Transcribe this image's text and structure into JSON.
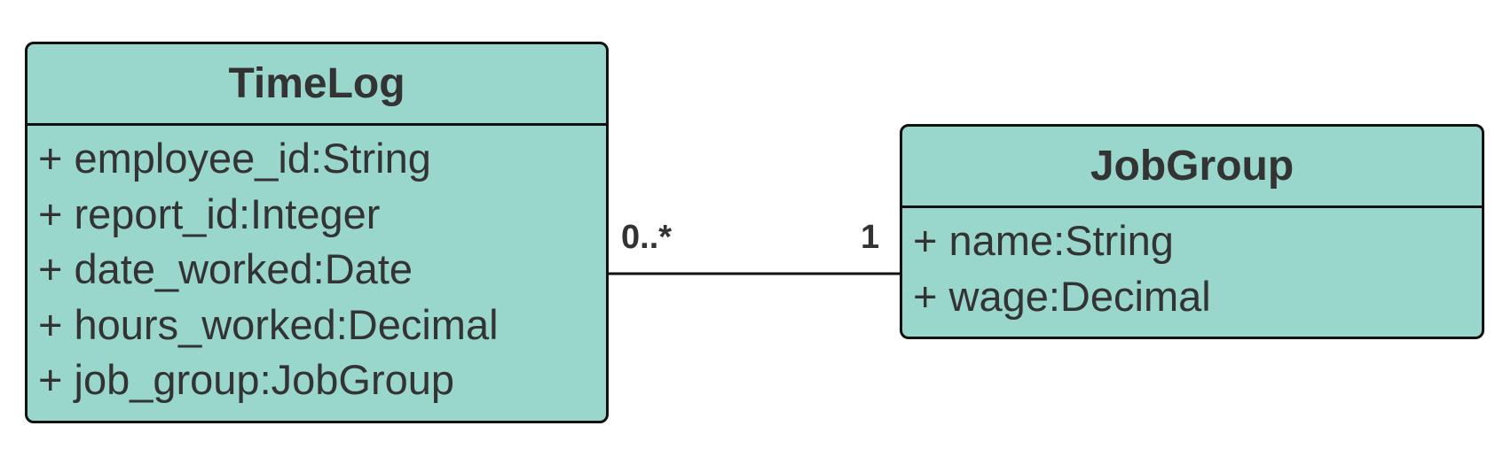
{
  "classes": {
    "timelog": {
      "name": "TimeLog",
      "attributes": [
        "+ employee_id:String",
        "+ report_id:Integer",
        "+ date_worked:Date",
        "+ hours_worked:Decimal",
        "+ job_group:JobGroup"
      ]
    },
    "jobgroup": {
      "name": "JobGroup",
      "attributes": [
        "+ name:String",
        "+ wage:Decimal"
      ]
    }
  },
  "association": {
    "from": "TimeLog",
    "to": "JobGroup",
    "from_multiplicity": "0..*",
    "to_multiplicity": "1"
  },
  "colors": {
    "class_fill": "#99d6cb",
    "border": "#111111",
    "text": "#333333"
  }
}
